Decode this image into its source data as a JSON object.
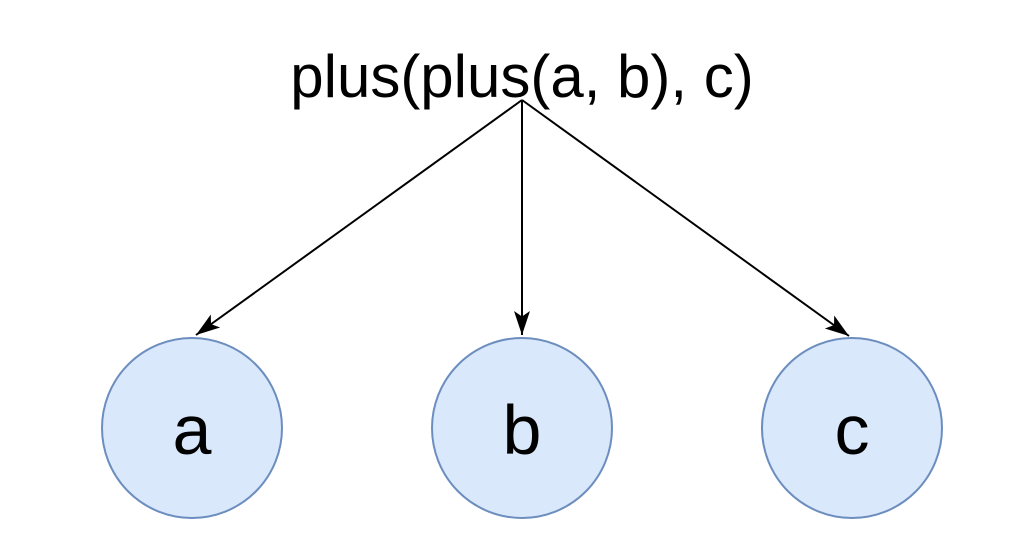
{
  "diagram": {
    "title": "plus(plus(a, b), c)",
    "nodes": [
      {
        "id": "a",
        "label": "a"
      },
      {
        "id": "b",
        "label": "b"
      },
      {
        "id": "c",
        "label": "c"
      }
    ],
    "edges": [
      {
        "from": "root-expression",
        "to": "a"
      },
      {
        "from": "root-expression",
        "to": "b"
      },
      {
        "from": "root-expression",
        "to": "c"
      }
    ],
    "colors": {
      "node_fill": "#dae8fc",
      "node_stroke": "#6c8ebf",
      "edge_color": "#000000",
      "text_color": "#000000",
      "background": "#ffffff"
    }
  }
}
